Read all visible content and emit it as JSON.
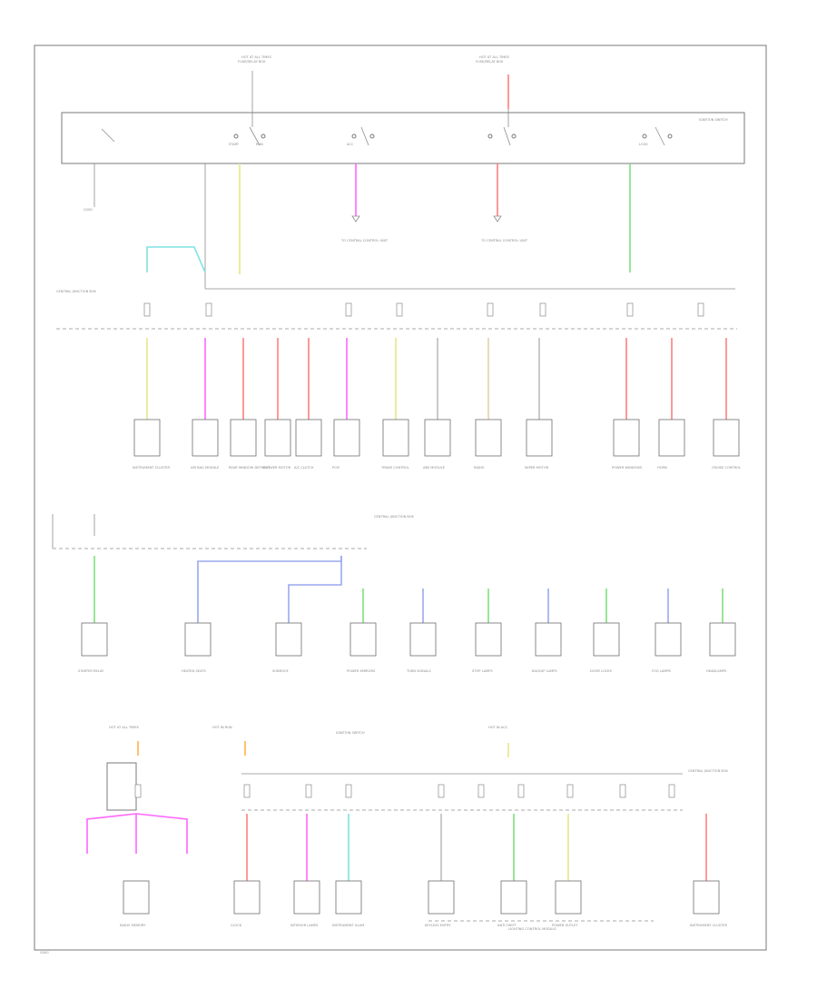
{
  "labels": {
    "hot_batt_1": "HOT AT ALL TIMES",
    "hot_batt_1b": "FUSE/RELAY BOX",
    "hot_batt_2": "HOT AT ALL TIMES",
    "hot_batt_2b": "FUSE/RELAY BOX",
    "ignition_switch": "IGNITION SWITCH",
    "ign_pos": [
      "START",
      "RUN",
      "ACC",
      "LOCK"
    ],
    "ground_1": "G200",
    "to_1": "TO CENTRAL CONTROL UNIT",
    "to_2": "TO CENTRAL CONTROL UNIT",
    "fuse_box_left": "CENTRAL JUNCTION BOX",
    "fuse_box_mid": "CENTRAL JUNCTION BOX",
    "fuse_box_bottom": "CENTRAL JUNCTION BOX",
    "hot_batt_3": "HOT AT ALL TIMES",
    "hot_batt_4": "HOT IN RUN",
    "hot_batt_5": "HOT IN ACC",
    "ign_switch_bottom": "IGNITION SWITCH",
    "lighting_module": "LIGHTING CONTROL MODULE",
    "footer": "G400"
  },
  "row1_components": [
    "INSTRUMENT CLUSTER",
    "AIR BAG MODULE",
    "REAR WINDOW DEFROST",
    "BLOWER MOTOR",
    "A/C CLUTCH",
    "PCM",
    "TRANS CONTROL",
    "ABS MODULE",
    "RADIO",
    "WIPER MOTOR",
    "POWER WINDOWS",
    "HORN",
    "CRUISE CONTROL"
  ],
  "row2_components": [
    "STARTER RELAY",
    "HEATED SEATS",
    "SUNROOF",
    "POWER MIRRORS",
    "TURN SIGNALS",
    "STOP LAMPS",
    "BACKUP LAMPS",
    "DOOR LOCKS",
    "FOG LAMPS",
    "HEADLAMPS"
  ],
  "row3_components": [
    "RADIO MEMORY",
    "CLOCK",
    "INTERIOR LAMPS",
    "INSTRUMENT ILLUM",
    "KEYLESS ENTRY",
    "ANTI-THEFT",
    "POWER OUTLET",
    "INSTRUMENT CLUSTER"
  ],
  "wire_colors": {
    "cyan": "#7fe3e3",
    "yellow": "#e6e68a",
    "magenta": "#ff66ff",
    "red": "#ff7f7f",
    "green": "#7fe07f",
    "tan": "#e2d2a8",
    "blue": "#9aa8ee",
    "orange": "#ffb347",
    "grey": "#bdbdbd"
  }
}
